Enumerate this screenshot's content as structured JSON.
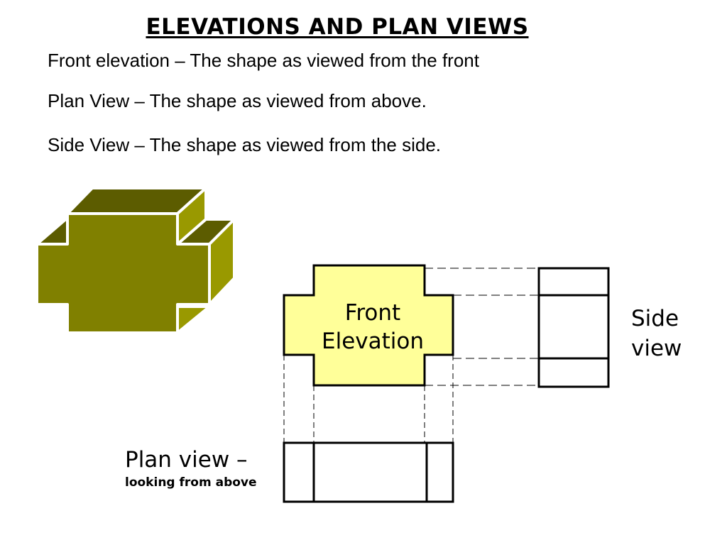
{
  "title": "ELEVATIONS AND PLAN VIEWS",
  "definitions": [
    "Front elevation – The shape as viewed from the front",
    "Plan View – The shape as viewed from above.",
    "Side View – The shape as viewed from the side."
  ],
  "diagram": {
    "front_elevation_label": [
      "Front",
      "Elevation"
    ],
    "side_view_label": [
      "Side",
      "view"
    ],
    "plan_view_label": "Plan view –",
    "plan_view_sublabel": "looking from above"
  },
  "colors": {
    "solid_front": "#808000",
    "solid_top": "#5c5c00",
    "solid_side": "#999900",
    "front_elevation_fill": "#ffff99"
  }
}
